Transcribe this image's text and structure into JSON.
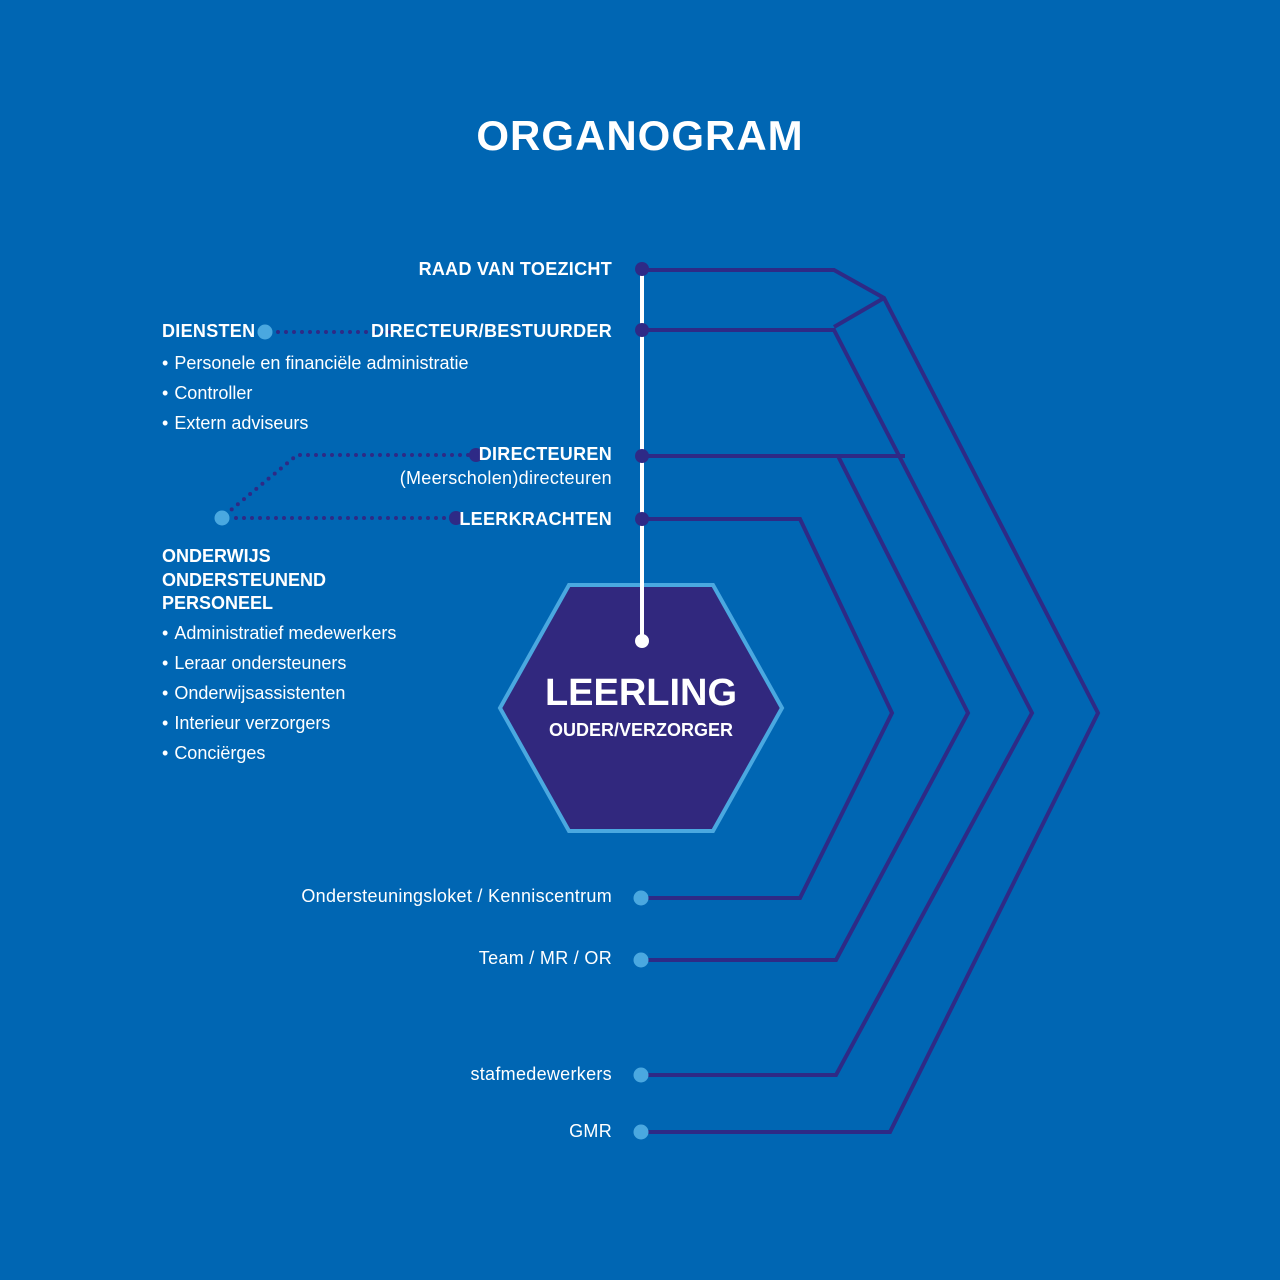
{
  "title": "ORGANOGRAM",
  "hub": {
    "title": "LEERLING",
    "subtitle": "OUDER/VERZORGER"
  },
  "top_nodes": [
    {
      "label": "RAAD VAN TOEZICHT"
    },
    {
      "label": "DIRECTEUR/BESTUURDER"
    },
    {
      "label": "DIRECTEUREN",
      "sublabel": "(Meerscholen)directeuren"
    },
    {
      "label": "LEERKRACHTEN"
    }
  ],
  "diensten": {
    "title": "DIENSTEN",
    "items": [
      "Personele en financiële administratie",
      "Controller",
      "Extern adviseurs"
    ]
  },
  "oop": {
    "title_lines": [
      "ONDERWIJS",
      "ONDERSTEUNEND",
      "PERSONEEL"
    ],
    "items": [
      "Administratief medewerkers",
      "Leraar ondersteuners",
      "Onderwijsassistenten",
      "Interieur verzorgers",
      "Conciërges"
    ]
  },
  "bottom_nodes": [
    {
      "label": "Ondersteuningsloket / Kenniscentrum"
    },
    {
      "label": "Team / MR / OR"
    },
    {
      "label": "stafmedewerkers"
    },
    {
      "label": "GMR"
    }
  ],
  "colors": {
    "background": "#0066b3",
    "hub_fill": "#31287e",
    "hub_border": "#4aa8e0",
    "connector": "#2e2a86",
    "light_dot": "#4aa8e0",
    "spine": "#ffffff"
  }
}
